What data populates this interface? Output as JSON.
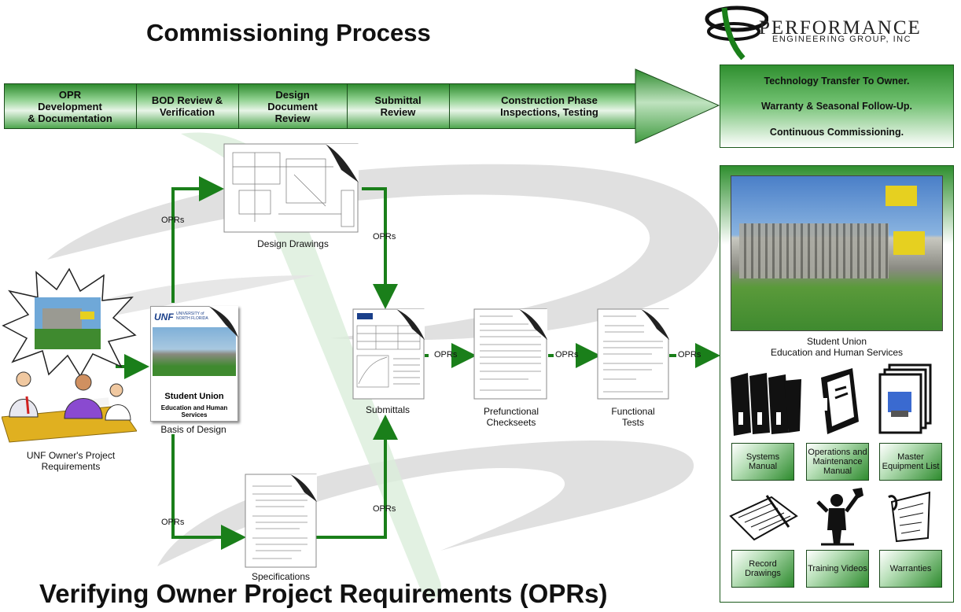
{
  "title": "Commissioning Process",
  "logo": {
    "name": "Performance",
    "sub": "Engineering Group, Inc"
  },
  "phases": [
    {
      "label": "OPR\nDevelopment\n& Documentation"
    },
    {
      "label": "BOD Review &\nVerification"
    },
    {
      "label": "Design\nDocument\nReview"
    },
    {
      "label": "Submittal\nReview"
    },
    {
      "label": "Construction Phase\nInspections, Testing"
    }
  ],
  "transfer": [
    "Technology Transfer To Owner.",
    "Warranty & Seasonal Follow-Up.",
    "Continuous Commissioning."
  ],
  "nodes": {
    "owner": "UNF Owner's Project\nRequirements",
    "bod": "Basis of Design",
    "bod_cover": {
      "brand": "UNF",
      "uni": "UNIVERSITY of\nNORTH FLORIDA",
      "name": "Student Union",
      "sub": "Education and Human\nServices"
    },
    "design": "Design Drawings",
    "specs": "Specifications",
    "submittals": "Submittals",
    "prefunctional": "Prefunctional\nCheckseets",
    "functional": "Functional\nTests"
  },
  "opr_label": "OPRs",
  "project": {
    "name": "Student Union",
    "dept": "Education and Human Services"
  },
  "deliverables": [
    {
      "label": "Systems\nManual"
    },
    {
      "label": "Operations and\nMaintenance\nManual"
    },
    {
      "label": "Master\nEquipment List"
    },
    {
      "label": "Record\nDrawings"
    },
    {
      "label": "Training Videos"
    },
    {
      "label": "Warranties"
    }
  ],
  "footer": "Verifying Owner Project Requirements (OPRs)",
  "colors": {
    "green": "#1a7f1a",
    "dark_green": "#0f5a0f",
    "light_green": "#cfe8cf"
  }
}
